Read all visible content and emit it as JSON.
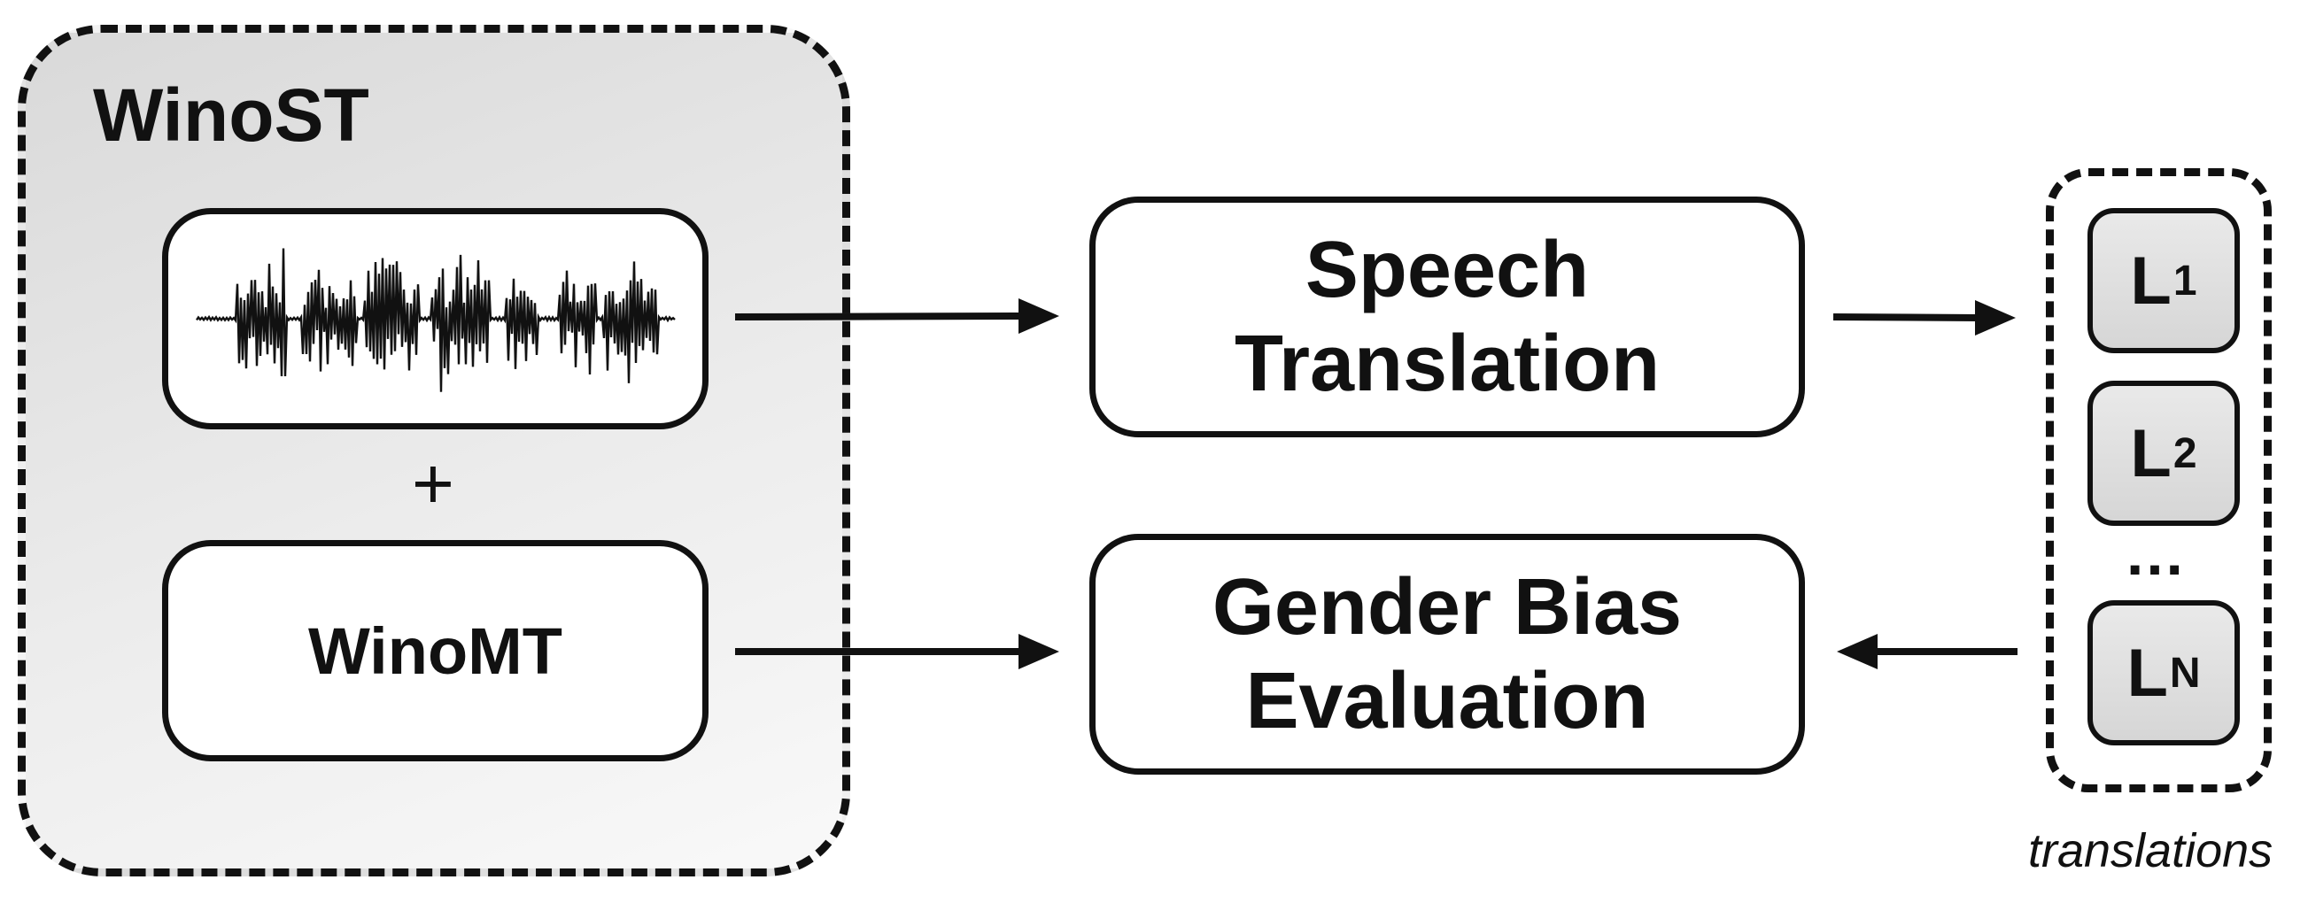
{
  "winost": {
    "title": "WinoST",
    "plus": "+",
    "winomt_label": "WinoMT"
  },
  "speech_translation": {
    "line1": "Speech",
    "line2": "Translation"
  },
  "gender_bias": {
    "line1": "Gender Bias",
    "line2": "Evaluation"
  },
  "translations": {
    "languages": [
      {
        "letter": "L",
        "sub": "1"
      },
      {
        "letter": "L",
        "sub": "2"
      },
      {
        "letter": "L",
        "sub": "N"
      }
    ],
    "ellipsis": "…",
    "caption": "translations"
  },
  "icons": {
    "audio": "audio-waveform-icon",
    "arrow": "arrow-right-icon"
  },
  "colors": {
    "stroke": "#111111",
    "group_fill": "#e3e3e3",
    "lang_fill": "#dedede"
  }
}
